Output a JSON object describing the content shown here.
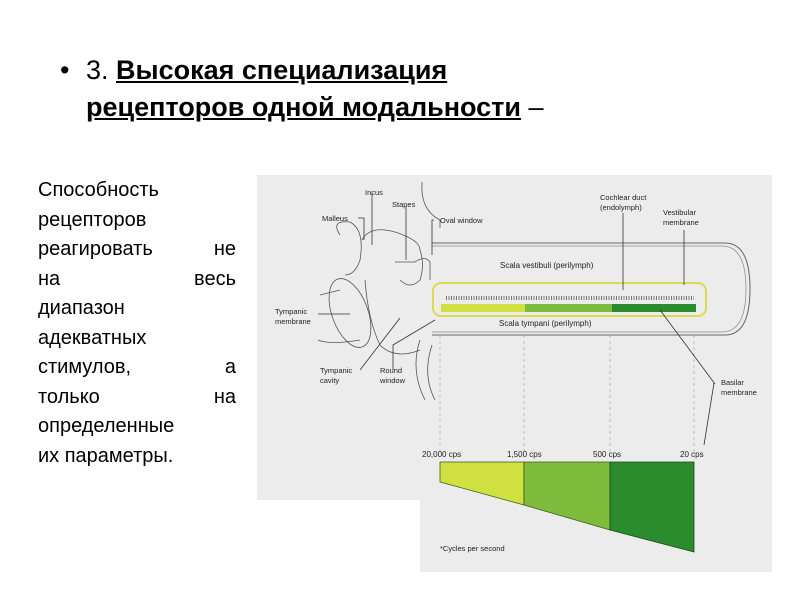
{
  "title": {
    "bullet": "•",
    "number": "3. ",
    "bold_line1": "Высокая специализация",
    "bold_line2": "рецепторов одной модальности",
    "dash": " –"
  },
  "paragraph": [
    "Способность",
    "рецепторов",
    "реагировать не",
    "на весь",
    "диапазон",
    "адекватных",
    "стимулов, а",
    "только на",
    "определенные",
    "их параметры."
  ],
  "figure": {
    "labels": {
      "incus": "Incus",
      "stapes": "Stapes",
      "malleus": "Malleus",
      "oval_window": "Oval window",
      "cochlear_duct_1": "Cochlear duct",
      "cochlear_duct_2": "(endolymph)",
      "vestibular_1": "Vestibular",
      "vestibular_2": "membrane",
      "scala_vestibuli": "Scala vestibuli (perilymph)",
      "scala_tympani": "Scala tympani (perilymph)",
      "tympanic_membrane_1": "Tympanic",
      "tympanic_membrane_2": "membrane",
      "tympanic_cavity_1": "Tympanic",
      "tympanic_cavity_2": "cavity",
      "round_window_1": "Round",
      "round_window_2": "window",
      "basilar_1": "Basilar",
      "basilar_2": "membrane"
    },
    "frequencies": [
      "20,000 cps",
      "1,500 cps",
      "500 cps",
      "20 cps"
    ],
    "footnote": "*Cycles per second",
    "colors": {
      "light": "#c8dc3c",
      "mid": "#7cbc3c",
      "dark": "#2a8c2c",
      "outline": "#d8dc50",
      "bg": "#ececec"
    }
  }
}
